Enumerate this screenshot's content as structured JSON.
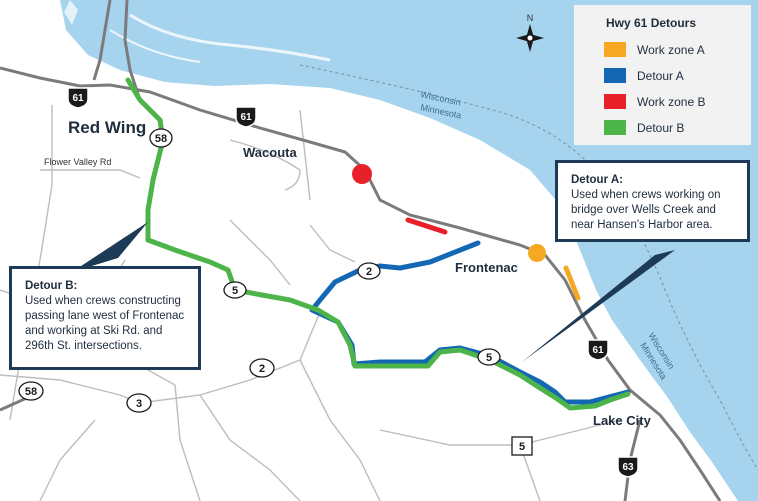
{
  "legend": {
    "title": "Hwy 61 Detours",
    "items": [
      {
        "label": "Work zone A",
        "color": "#f7a823"
      },
      {
        "label": "Detour A",
        "color": "#1468b3"
      },
      {
        "label": "Work zone B",
        "color": "#e8202a"
      },
      {
        "label": "Detour B",
        "color": "#4cb448"
      }
    ]
  },
  "places": {
    "red_wing": "Red Wing",
    "wacouta": "Wacouta",
    "frontenac": "Frontenac",
    "lake_city": "Lake City"
  },
  "roads": {
    "flower_valley": "Flower Valley Rd"
  },
  "states": {
    "wi_top": "Wisconsin",
    "mn_top": "Minnesota",
    "wi_bottom": "Wisconsin",
    "mn_bottom": "Minnesota"
  },
  "shields": {
    "us61_west": "61",
    "us61_mid": "61",
    "us61_south": "61",
    "us63": "63",
    "r58_north": "58",
    "r58_west": "58",
    "r5_west": "5",
    "r5_south": "5",
    "r5_bottom": "5",
    "r2_north": "2",
    "r2_south": "2",
    "r3": "3"
  },
  "compass": {
    "label": "N"
  },
  "callouts": {
    "detour_a": {
      "title": "Detour A:",
      "text": "Used when crews working on bridge over Wells Creek and near Hansen's Harbor area."
    },
    "detour_b": {
      "title": "Detour B:",
      "text": "Used when crews constructing passing lane west of Frontenac and working at Ski Rd. and 296th St. intersections."
    }
  },
  "colors": {
    "water": "#a6d3ee",
    "highway": "#7b7b7b",
    "minor_road": "#bdbdbd",
    "callout_border": "#1d3a57",
    "work_zone_a": "#f7a823",
    "detour_a": "#1468b3",
    "work_zone_b": "#e8202a",
    "detour_b": "#4cb448"
  }
}
